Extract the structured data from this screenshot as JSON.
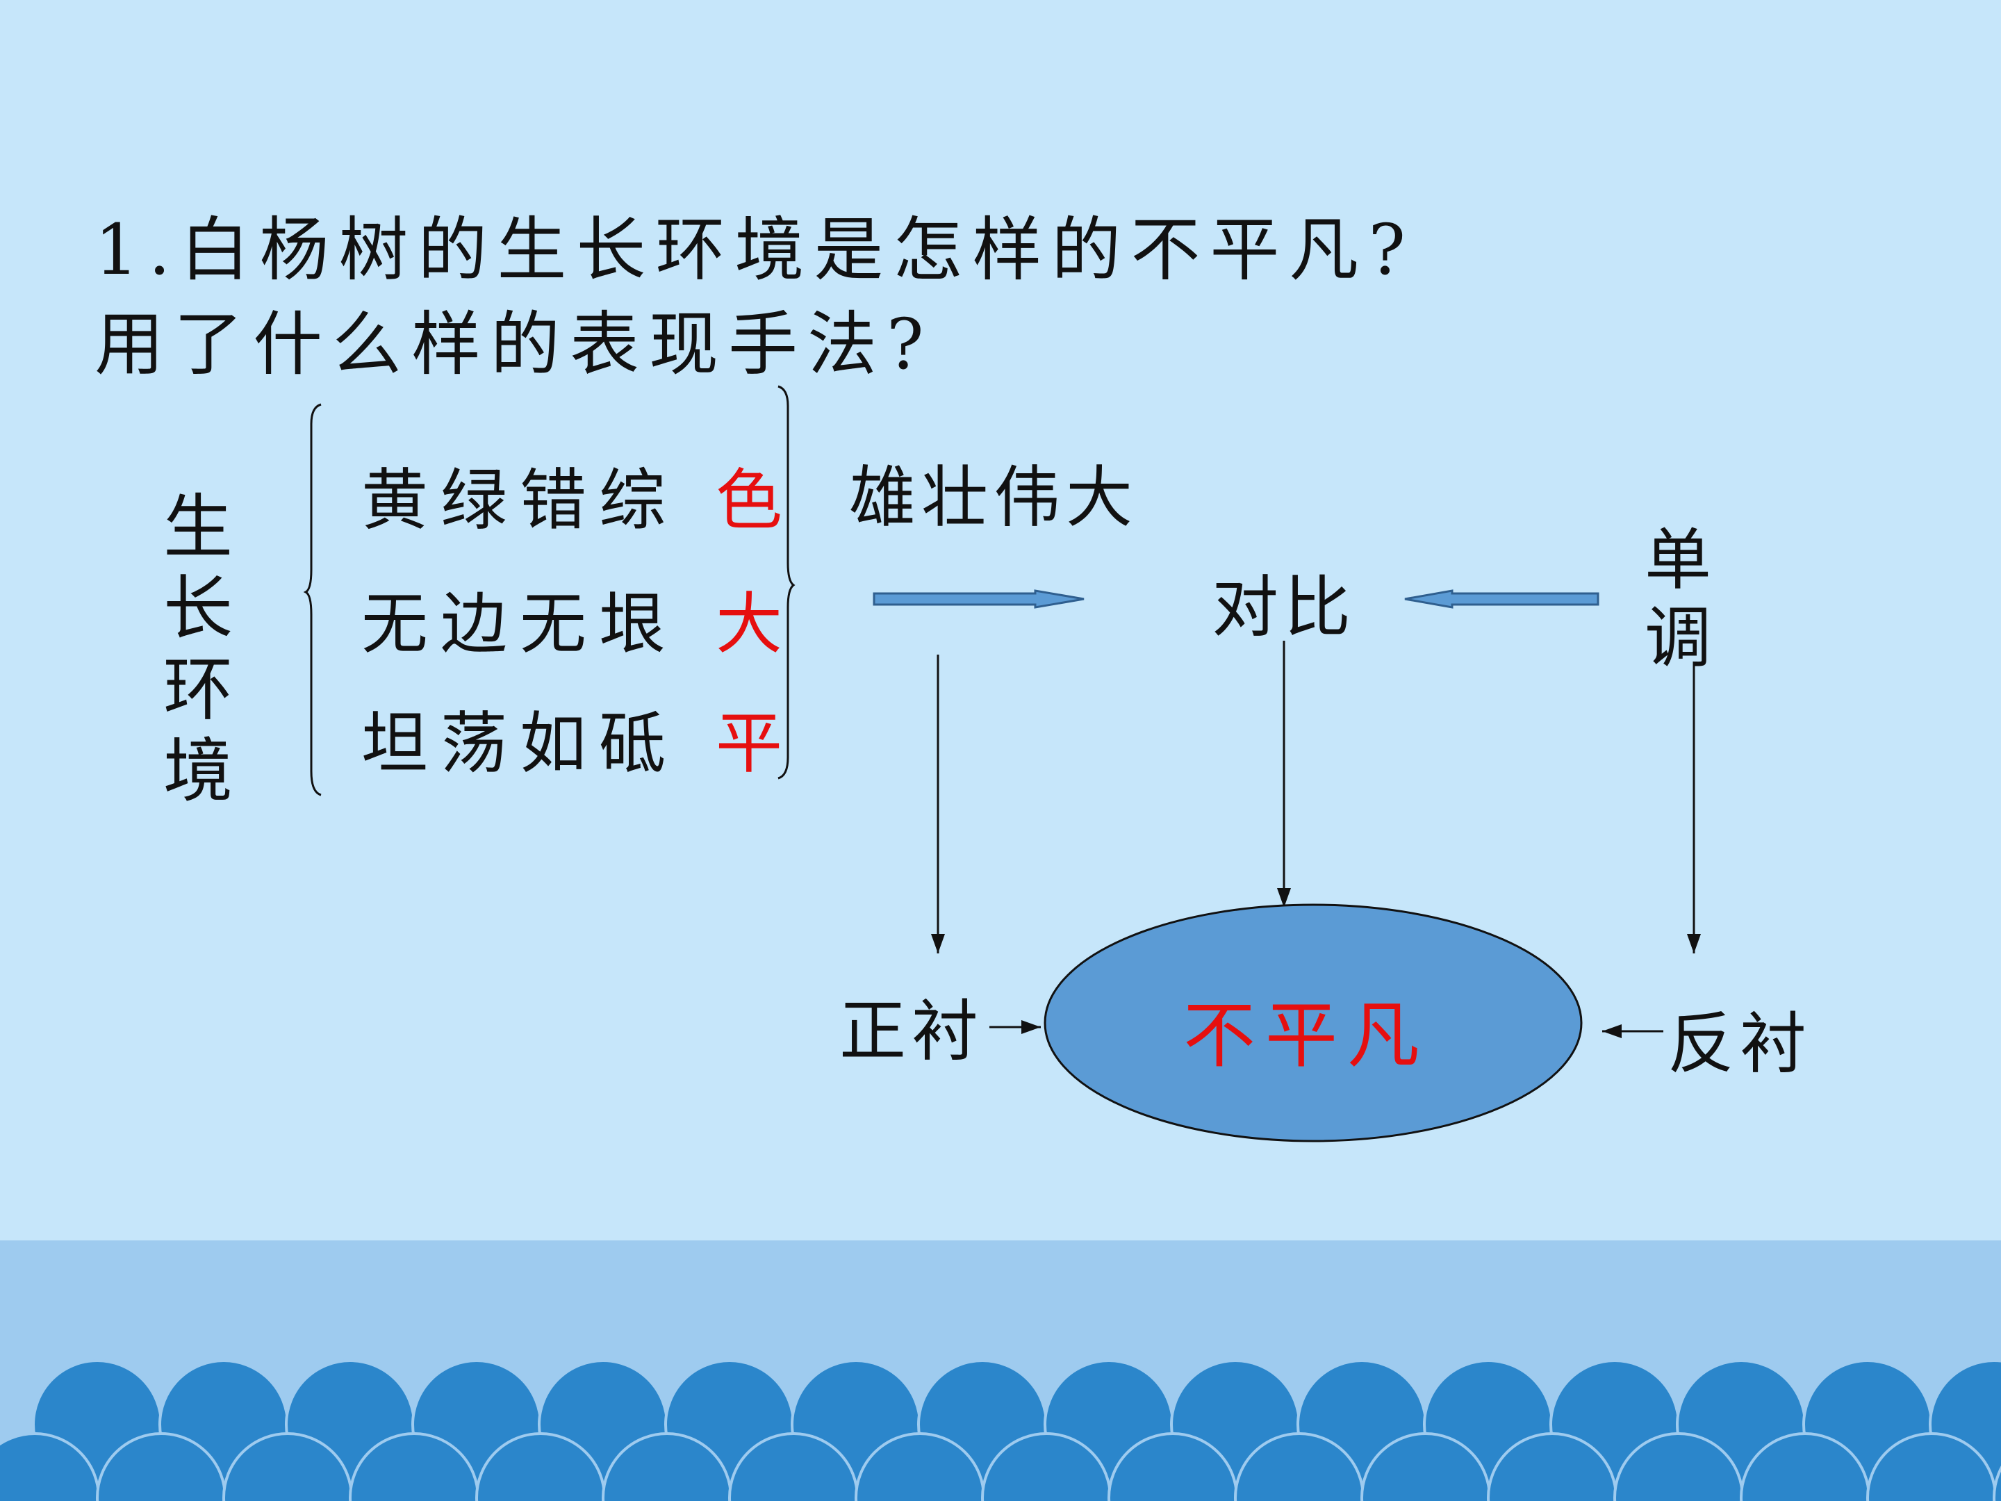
{
  "question": {
    "line1": "1.白杨树的生长环境是怎样的不平凡?",
    "line2": "用了什么样的表现手法?"
  },
  "environment": {
    "label_chars": [
      "生",
      "长",
      "环",
      "境"
    ],
    "items": [
      {
        "text": "黄绿错综",
        "key": "色"
      },
      {
        "text": "无边无垠",
        "key": "大"
      },
      {
        "text": "坦荡如砥",
        "key": "平"
      }
    ],
    "summary": "雄壮伟大"
  },
  "diagram": {
    "contrast": "对比",
    "monotony_chars": [
      "单",
      "调"
    ],
    "positive_foil": "正衬",
    "negative_foil": "反衬",
    "center": "不平凡"
  },
  "colors": {
    "background": "#c6e6fa",
    "emphasis": "#e60f0f",
    "ellipse_fill": "#5b9bd5",
    "wave": "#2b86cb"
  }
}
